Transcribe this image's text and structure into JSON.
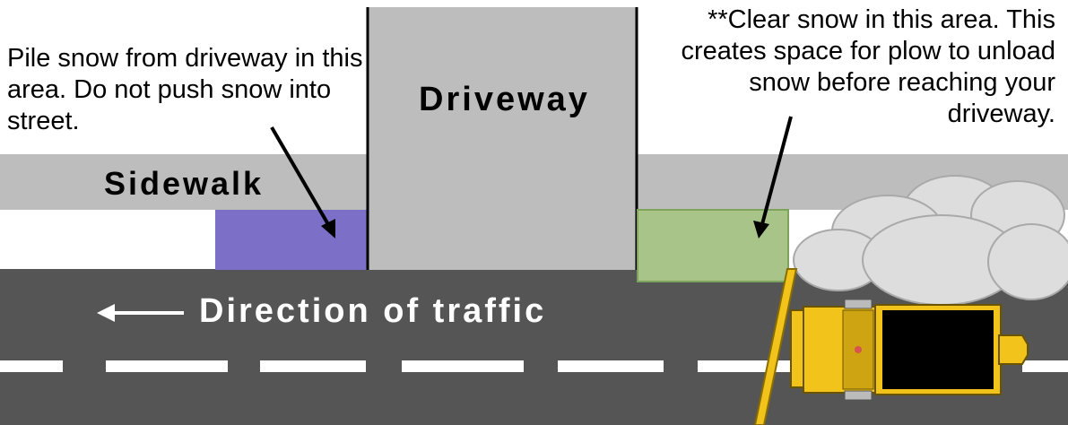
{
  "labels": {
    "left_note": "Pile snow from driveway in this area. Do not push snow into street.",
    "right_note": "**Clear snow in this area. This creates space for plow to unload snow before reaching your driveway.",
    "driveway": "Driveway",
    "sidewalk": "Sidewalk",
    "traffic": "Direction of traffic"
  },
  "colors": {
    "road": "#555555",
    "sidewalk": "#bdbdbd",
    "driveway": "#bdbdbd",
    "pile_area": "#7b6fc8",
    "clear_area": "#a8c488",
    "lane_marking": "#ffffff",
    "plow_body": "#f2c31a",
    "snow_cloud": "#dddddd"
  },
  "icons": {
    "traffic_arrow": "arrow-left-icon",
    "plow": "snow-plow-truck-icon",
    "cloud": "snow-cloud-icon"
  }
}
